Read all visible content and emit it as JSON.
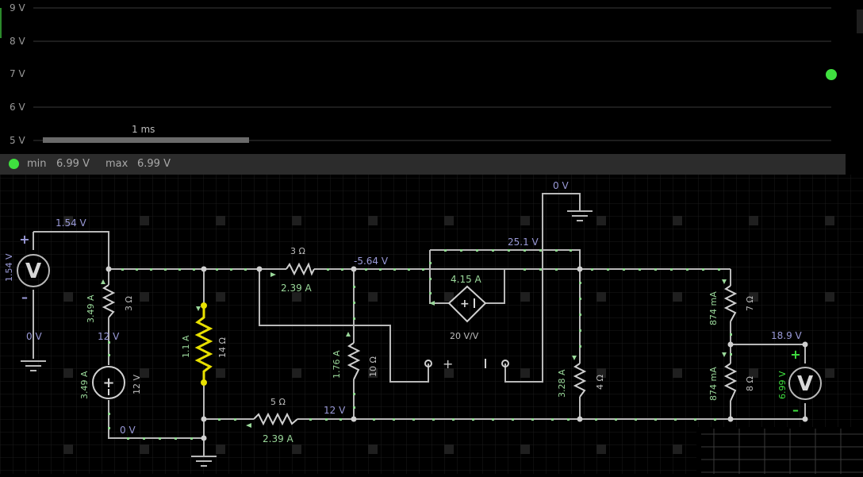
{
  "scope": {
    "y_labels": [
      "9 V",
      "8 V",
      "7 V",
      "6 V",
      "5 V"
    ],
    "time_scale_label": "1 ms",
    "trace_color": "#3fe03f"
  },
  "status": {
    "min_label": "min",
    "min_value": "6.99 V",
    "max_label": "max",
    "max_value": "6.99 V",
    "dot_color": "#3fe03f"
  },
  "circuit": {
    "node_voltages": {
      "v1_54": "1.54 V",
      "v0_left": "0 V",
      "v12_left": "12 V",
      "v0_bottom": "0 V",
      "v_neg5_64": "-5.64 V",
      "v25_1": "25.1 V",
      "v0_top": "0 V",
      "v12_bottom": "12 V",
      "v18_9": "18.9 V"
    },
    "components": {
      "r3_left": "3 Ω",
      "r14": "14 Ω",
      "r3_top": "3 Ω",
      "r10": "10 Ω",
      "r5": "5 Ω",
      "r4": "4 Ω",
      "r7": "7 Ω",
      "r8": "8 Ω",
      "source12": "12 V",
      "vcvs": "20 V/V"
    },
    "currents": {
      "i_3_49_top": "3.49 A",
      "i_3_49_bottom": "3.49 A",
      "i_1_1": "1.1 A",
      "i_2_39_top": "2.39 A",
      "i_2_39_bottom": "2.39 A",
      "i_1_76": "1.76 A",
      "i_4_15": "4.15 A",
      "i_3_28": "3.28 A",
      "i_874_top": "874 mA",
      "i_874_bottom": "874 mA"
    },
    "meters": {
      "left_reading": "1.54 V",
      "right_reading": "6.99 V"
    },
    "colors": {
      "wire": "#b8b8b8",
      "current_dot": "#8fd98f",
      "highlight": "#e8e000",
      "voltage_text": "#9a9ad8",
      "current_text": "#9ad89a",
      "meter_reading": "#3fe03f"
    }
  }
}
